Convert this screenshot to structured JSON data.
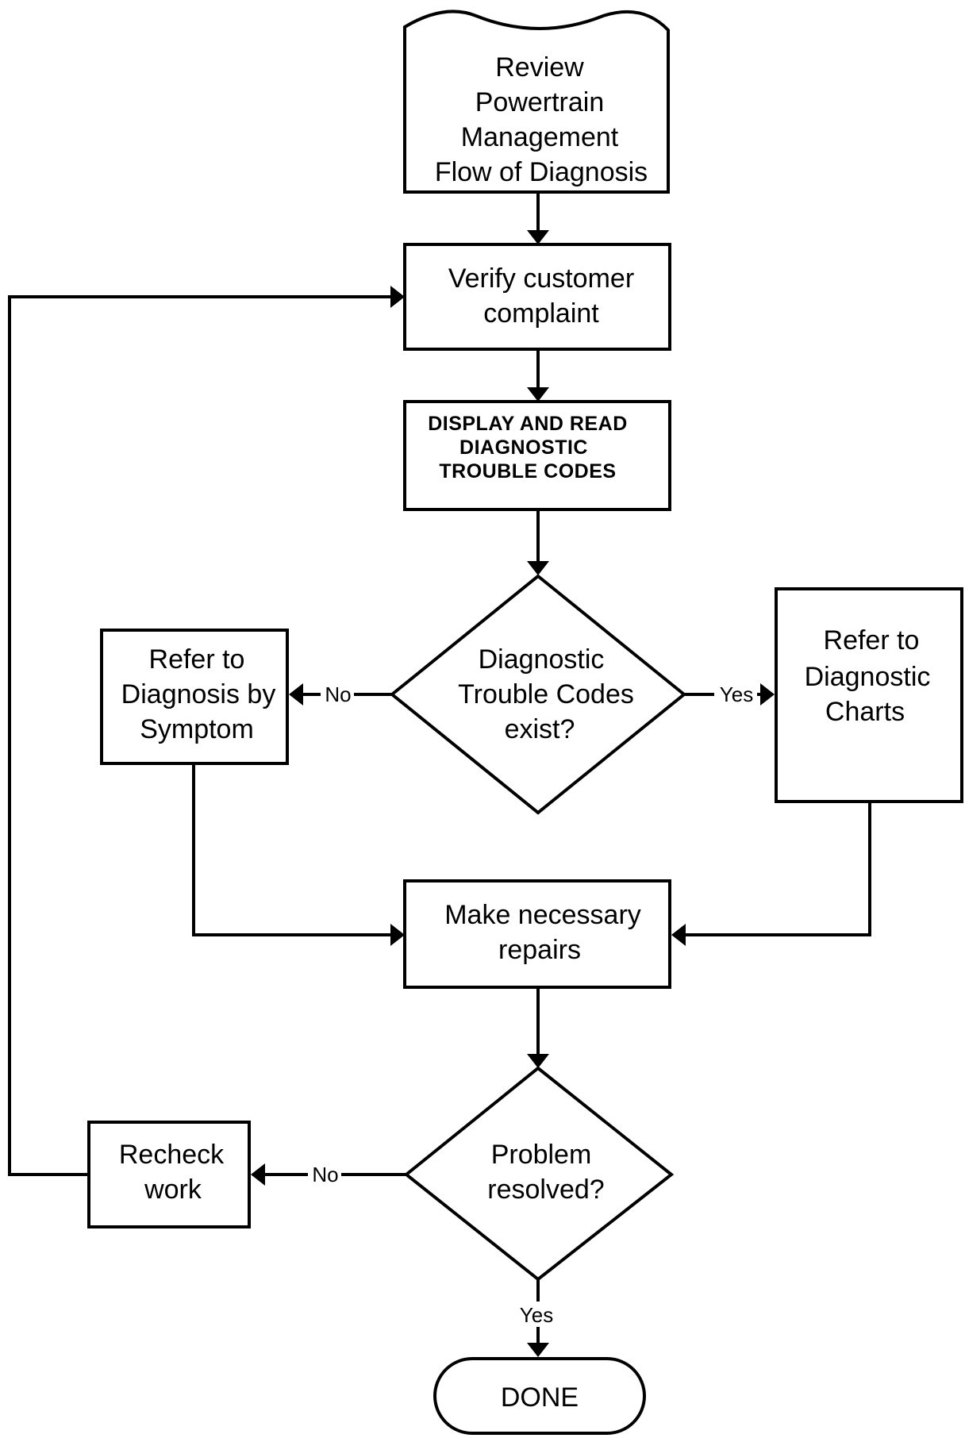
{
  "nodes": {
    "review": {
      "lines": [
        "Review",
        "Powertrain",
        "Management",
        "Flow of Diagnosis"
      ]
    },
    "verify": {
      "lines": [
        "Verify customer",
        "complaint"
      ]
    },
    "display": {
      "lines": [
        "DISPLAY AND READ",
        "DIAGNOSTIC",
        "TROUBLE CODES"
      ]
    },
    "dtc_exist": {
      "lines": [
        "Diagnostic",
        "Trouble Codes",
        "exist?"
      ]
    },
    "symptom": {
      "lines": [
        "Refer to",
        "Diagnosis by",
        "Symptom"
      ]
    },
    "charts": {
      "lines": [
        "Refer to",
        "Diagnostic",
        "Charts"
      ]
    },
    "repairs": {
      "lines": [
        "Make necessary",
        "repairs"
      ]
    },
    "resolved": {
      "lines": [
        "Problem",
        "resolved?"
      ]
    },
    "recheck": {
      "lines": [
        "Recheck",
        "work"
      ]
    },
    "done": {
      "lines": [
        "DONE"
      ]
    }
  },
  "edge_labels": {
    "dtc_no": "No",
    "dtc_yes": "Yes",
    "resolved_no": "No",
    "resolved_yes": "Yes"
  }
}
